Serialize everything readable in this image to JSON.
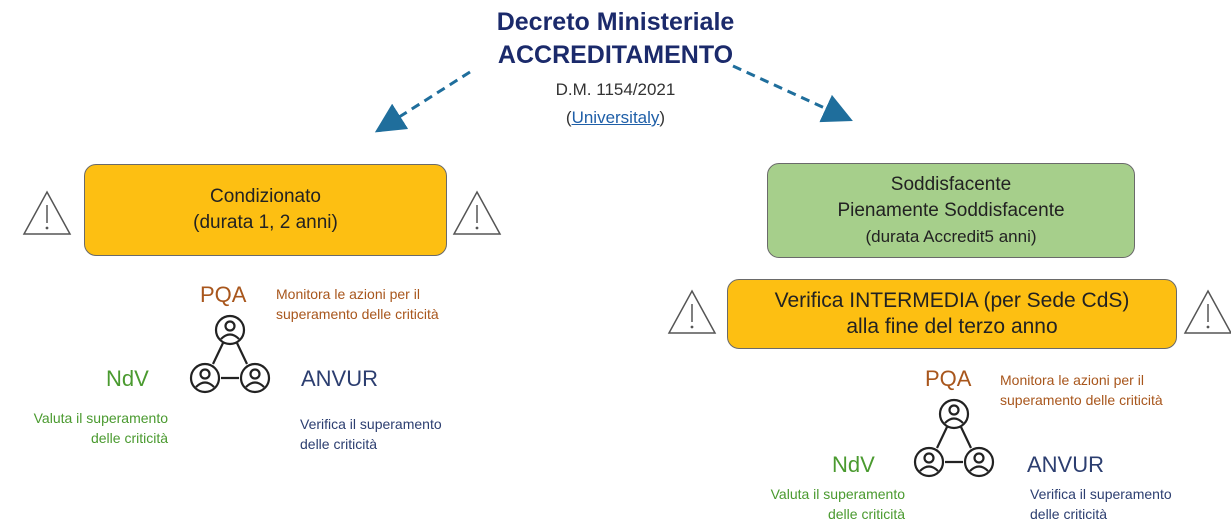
{
  "header": {
    "title_line1": "Decreto Ministeriale",
    "title_line2": "ACCREDITAMENTO",
    "decree": "D.M. 1154/2021",
    "link_open": "(",
    "link_text": "Universitaly",
    "link_close": ")"
  },
  "left": {
    "box_title": "Condizionato",
    "box_duration": "(durata 1, 2 anni)",
    "pqa": "PQA",
    "pqa_note_1": "Monitora le azioni per il",
    "pqa_note_2": "superamento delle criticità",
    "ndv": "NdV",
    "ndv_note_1": "Valuta il superamento",
    "ndv_note_2": "delle criticità",
    "anvur": "ANVUR",
    "anvur_note_1": "Verifica il superamento",
    "anvur_note_2": "delle criticità"
  },
  "right": {
    "box_line1": "Soddisfacente",
    "box_line2": "Pienamente Soddisfacente",
    "box_duration": "(durata Accredit5 anni)",
    "interim_line1": "Verifica INTERMEDIA (per Sede CdS)",
    "interim_line2": "alla fine del terzo anno",
    "pqa": "PQA",
    "pqa_note_1": "Monitora le azioni per il",
    "pqa_note_2": "superamento delle criticità",
    "ndv": "NdV",
    "ndv_note_1": "Valuta il superamento",
    "ndv_note_2": "delle criticità",
    "anvur": "ANVUR",
    "anvur_note_1": "Verifica il superamento",
    "anvur_note_2": "delle criticità"
  },
  "colors": {
    "navy": "#1b2a6b",
    "orange_box": "#fdbf12",
    "green_box": "#a6cf8b",
    "pqa_text": "#a8561c",
    "ndv_text": "#4a9a2f",
    "anvur_text": "#2c3e70",
    "arrow": "#1f6e9c"
  },
  "icons": [
    "warning-triangle-icon",
    "person-icon",
    "dashed-arrow-icon"
  ]
}
